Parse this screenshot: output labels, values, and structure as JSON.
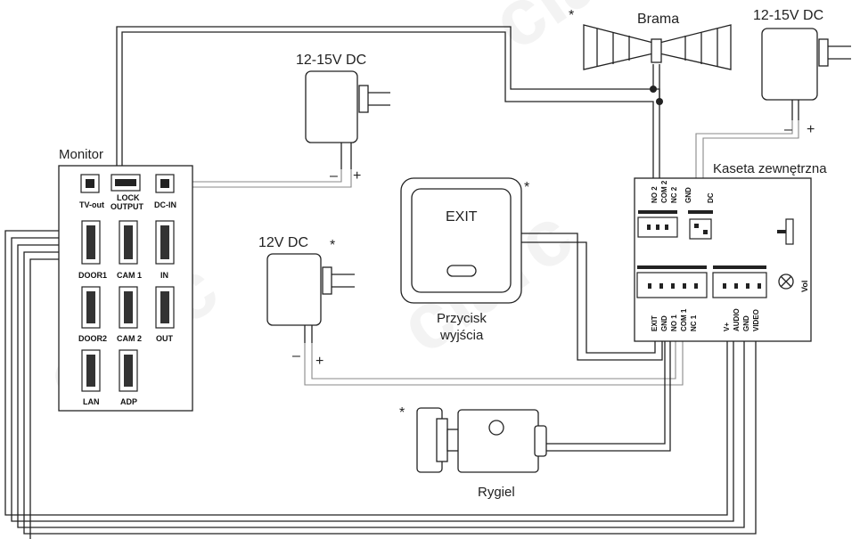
{
  "labels": {
    "monitor": "Monitor",
    "brama": "Brama",
    "kaseta": "Kaseta zewnętrzna",
    "psu_top": "12-15V DC",
    "psu_right": "12-15V DC",
    "psu_12v": "12V DC",
    "exit": "EXIT",
    "przycisk_line1": "Przycisk",
    "przycisk_line2": "wyjścia",
    "rygiel": "Rygiel",
    "asterisk": "*",
    "minus": "–",
    "plus": "+",
    "vol": "Vol"
  },
  "monitor_ports": {
    "tv_out": "TV-out",
    "lock_output_1": "LOCK",
    "lock_output_2": "OUTPUT",
    "dc_in": "DC-IN",
    "door1": "DOOR1",
    "cam1": "CAM 1",
    "in": "IN",
    "door2": "DOOR2",
    "cam2": "CAM 2",
    "out": "OUT",
    "lan": "LAN",
    "adp": "ADP"
  },
  "kaseta_pins_top": [
    "NO 2",
    "COM 2",
    "NC 2",
    "GND",
    "DC"
  ],
  "kaseta_pins_bottom": [
    "EXIT",
    "GND",
    "NO 1",
    "COM 1",
    "NC 1",
    "V+",
    "AUDIO",
    "GND",
    "VIDEO"
  ]
}
